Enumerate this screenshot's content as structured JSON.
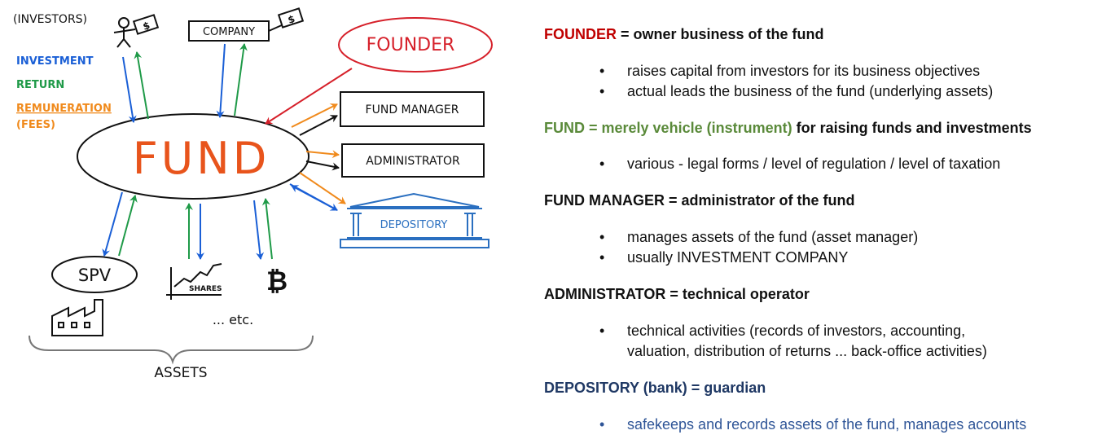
{
  "diagram": {
    "legend": {
      "investors": "(INVESTORS)",
      "investment": "INVESTMENT",
      "return": "RETURN",
      "remuneration": "REMUNERATION",
      "fees": "(FEES)"
    },
    "nodes": {
      "company": "COMPANY",
      "founder": "FOUNDER",
      "fund": "FUND",
      "fund_manager": "FUND MANAGER",
      "administrator": "ADMINISTRATOR",
      "depository": "DEPOSITORY",
      "spv": "SPV",
      "shares": "SHARES",
      "bitcoin": "₿",
      "etc": "... etc.",
      "assets": "ASSETS",
      "dollar": "$"
    },
    "colors": {
      "investment": "#1a5fd6",
      "return": "#1f9a48",
      "remuneration": "#f08a1c",
      "founder": "#d6202a",
      "fund_text": "#e8541c",
      "depository": "#2a6fc0"
    }
  },
  "notes": {
    "founder": {
      "term": "FOUNDER",
      "definition": " = owner business of the fund",
      "bullets": [
        "raises capital from investors for its business objectives",
        "actual leads the business of the fund (underlying assets)"
      ]
    },
    "fund": {
      "term": "FUND = merely vehicle (instrument)",
      "definition": " for raising funds and investments",
      "bullets": [
        "various - legal forms / level of regulation / level of taxation"
      ]
    },
    "fund_manager": {
      "heading": "FUND MANAGER = administrator of the fund",
      "bullets": [
        "manages assets of the fund (asset manager)",
        "usually INVESTMENT COMPANY"
      ]
    },
    "administrator": {
      "heading": "ADMINISTRATOR = technical operator",
      "bullets": [
        "technical activities (records of investors, accounting,",
        "valuation, distribution of returns ... back-office activities)"
      ]
    },
    "depository": {
      "heading": "DEPOSITORY (bank) = guardian",
      "bullets": [
        "safekeeps and records assets of the fund, manages accounts"
      ]
    },
    "bullet_symbol": "•"
  }
}
